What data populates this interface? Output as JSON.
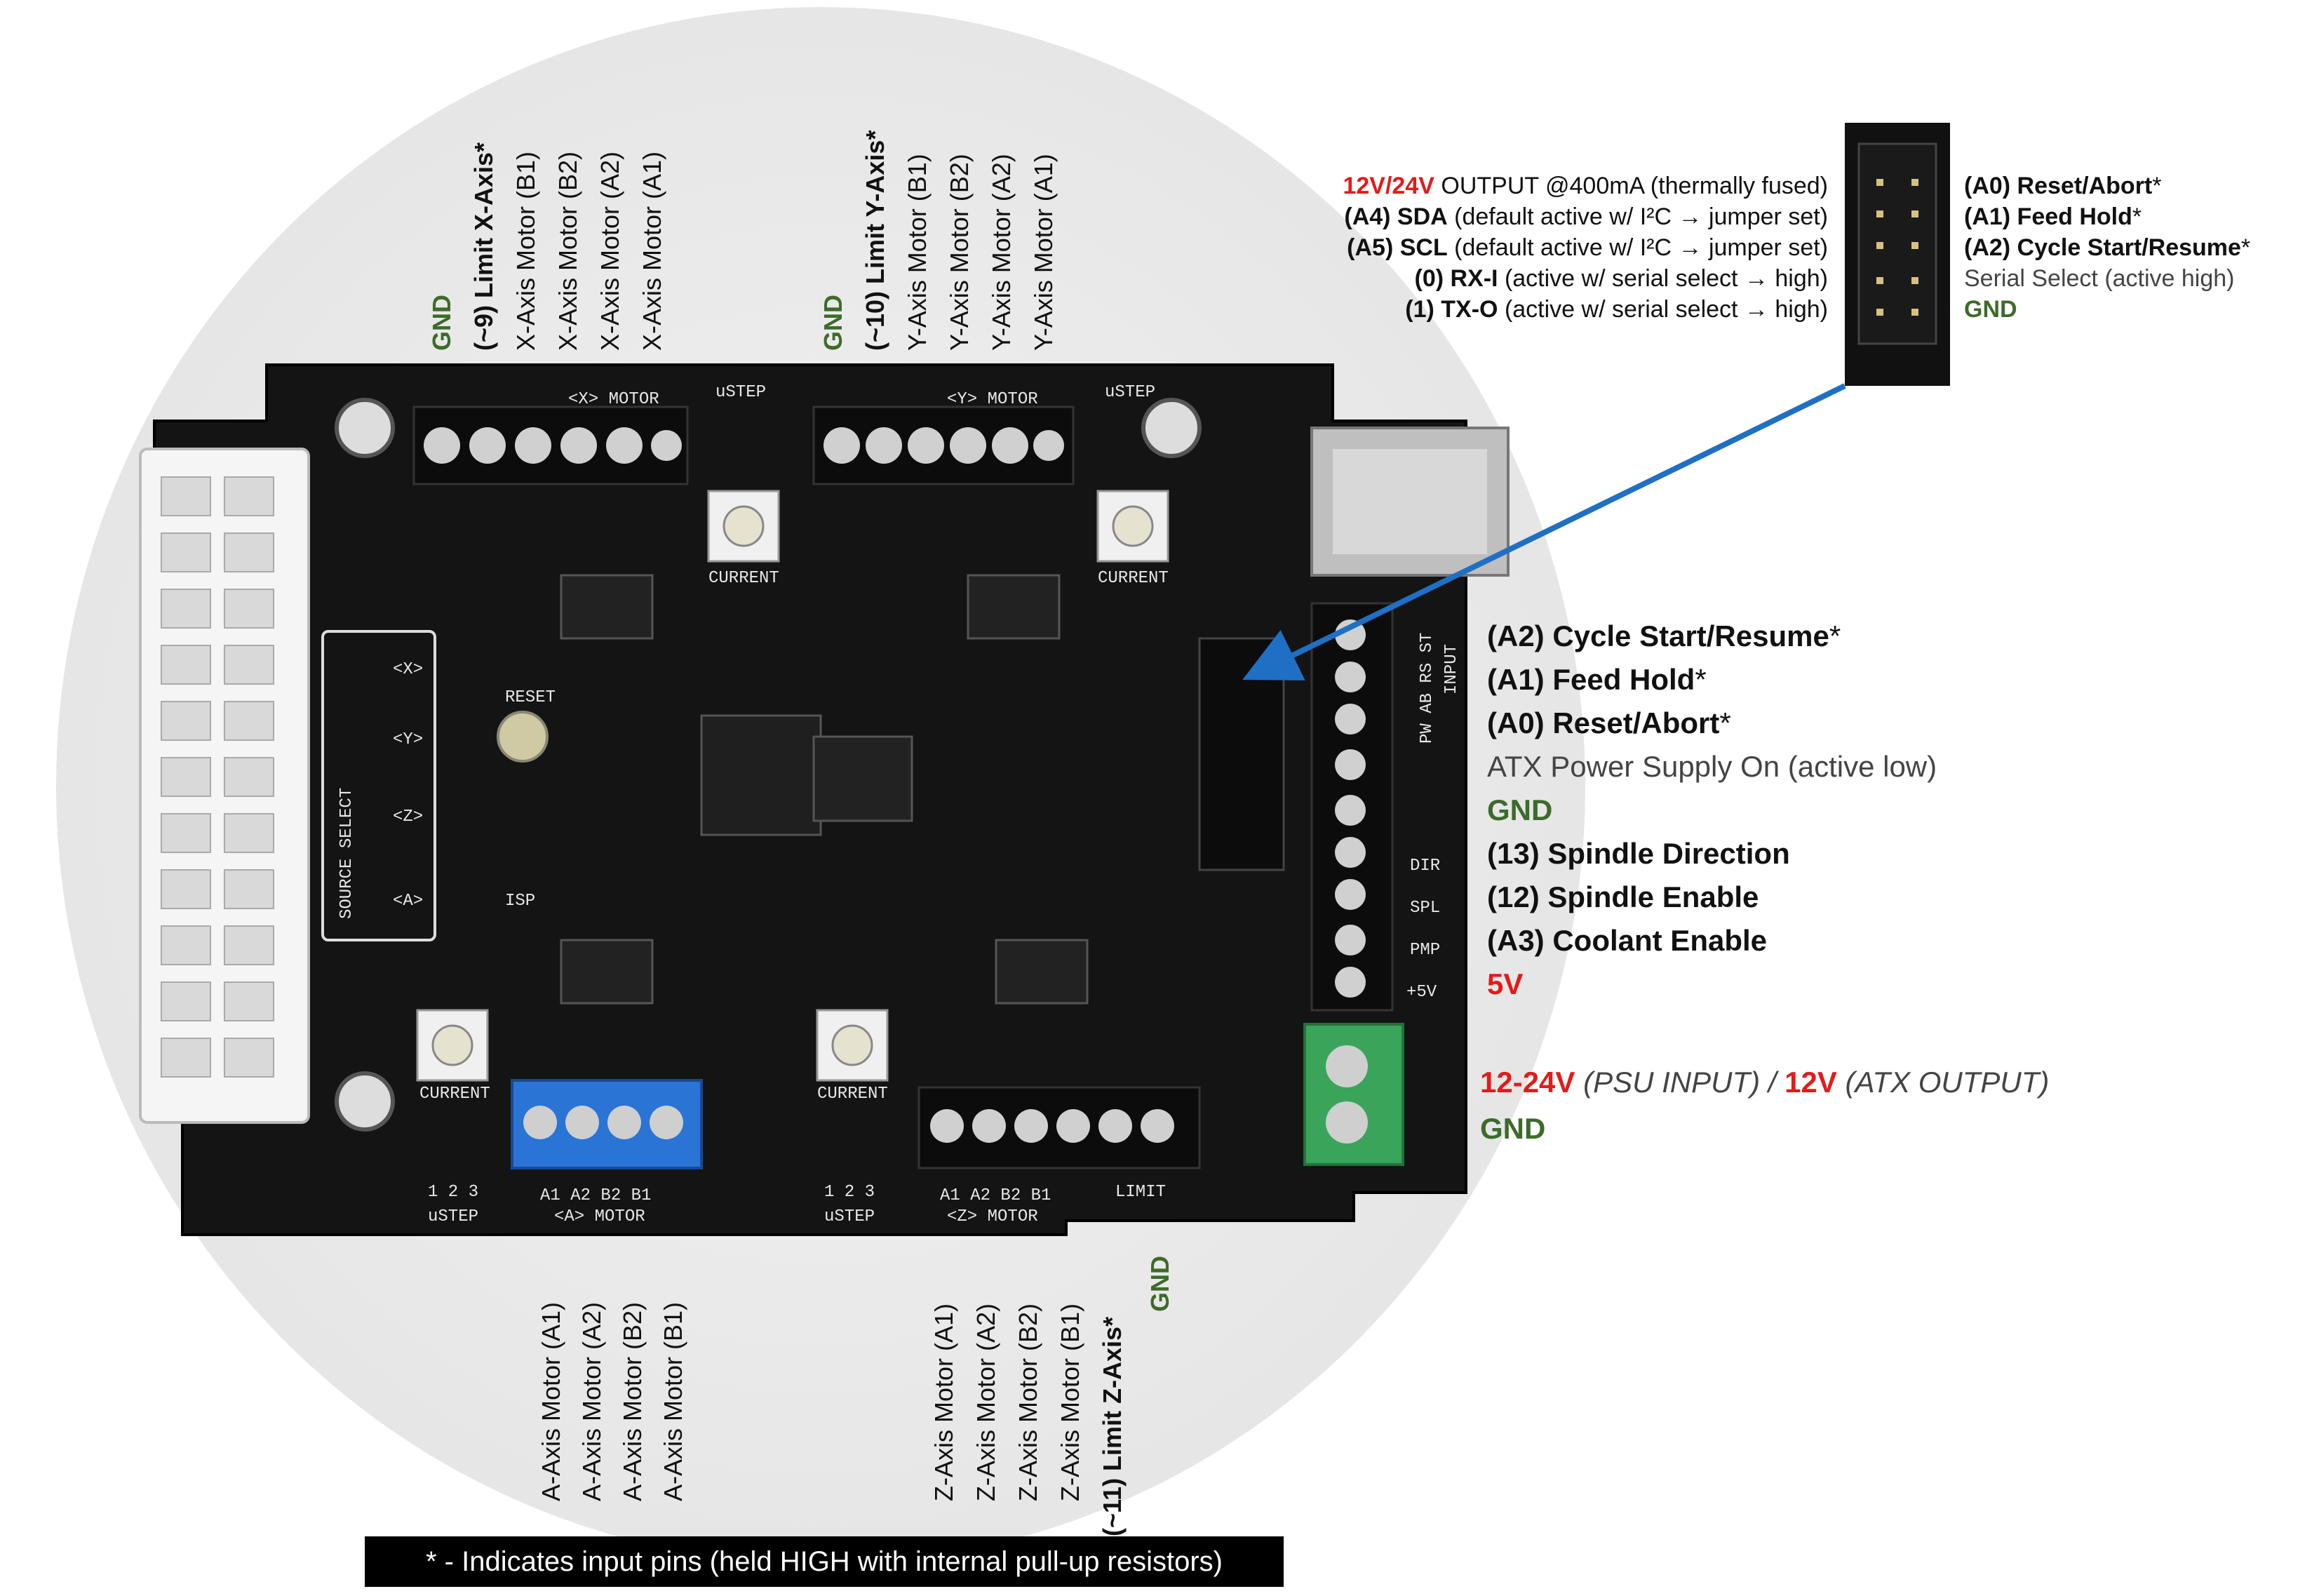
{
  "footnote": "* - Indicates input pins (held HIGH with internal pull-up resistors)",
  "board_silkscreen": {
    "reset": "RESET",
    "isp": "ISP",
    "source_select": "SOURCE SELECT",
    "x_motor": "<X> MOTOR",
    "y_motor": "<Y> MOTOR",
    "a_motor": "<A> MOTOR",
    "z_motor": "<Z> MOTOR",
    "ustep": "uSTEP",
    "current": "CURRENT",
    "limit": "LIMIT",
    "pins": "A1 A2 B2 B1",
    "ustep_nums": "1 2 3",
    "input": "INPUT",
    "gnd_marks": [
      "<X>",
      "<Y>",
      "<Z>",
      "<A>"
    ],
    "dir": "DIR",
    "spl": "SPL",
    "pmp": "PMP",
    "v5": "+5V",
    "abort_row": "PW AB RS ST"
  },
  "x_axis_labels": {
    "gnd": "GND",
    "limit": "(~9) Limit X-Axis*",
    "b1": "X-Axis Motor (B1)",
    "b2": "X-Axis Motor (B2)",
    "a2": "X-Axis Motor (A2)",
    "a1": "X-Axis Motor (A1)"
  },
  "y_axis_labels": {
    "gnd": "GND",
    "limit": "(~10) Limit Y-Axis*",
    "b1": "Y-Axis Motor (B1)",
    "b2": "Y-Axis Motor (B2)",
    "a2": "Y-Axis Motor (A2)",
    "a1": "Y-Axis Motor (A1)"
  },
  "a_axis_labels": {
    "a1": "A-Axis Motor (A1)",
    "a2": "A-Axis Motor (A2)",
    "b2": "A-Axis Motor (B2)",
    "b1": "A-Axis Motor (B1)"
  },
  "z_axis_labels": {
    "a1": "Z-Axis Motor (A1)",
    "a2": "Z-Axis Motor (A2)",
    "b2": "Z-Axis Motor (B2)",
    "b1": "Z-Axis Motor (B1)",
    "limit": "(~11) Limit Z-Axis*",
    "gnd": "GND"
  },
  "header_left": {
    "l1_red": "12V/24V",
    "l1_rest": " OUTPUT @400mA (thermally fused)",
    "l2_b": "(A4) SDA",
    "l2_rest": " (default active w/ I²C → jumper set)",
    "l3_b": "(A5) SCL",
    "l3_rest": " (default active w/ I²C → jumper set)",
    "l4_b": "(0) RX-I",
    "l4_rest": " (active w/ serial select → high)",
    "l5_b": "(1) TX-O",
    "l5_rest": " (active w/ serial select → high)"
  },
  "header_right": {
    "l1": "(A0) Reset/Abort",
    "l2": "(A1) Feed Hold",
    "l3": "(A2) Cycle Start/Resume",
    "l4": "Serial Select (active high)",
    "l5": "GND",
    "star": "*"
  },
  "terminal_labels": {
    "t1": "(A2) Cycle Start/Resume",
    "t2": "(A1) Feed Hold",
    "t3": "(A0) Reset/Abort",
    "t4": "ATX Power Supply On (active low)",
    "t5": "GND",
    "t6": "(13) Spindle Direction",
    "t7": "(12) Spindle Enable",
    "t8": "(A3) Coolant Enable",
    "t9": "5V",
    "star": "*"
  },
  "power_labels": {
    "v_red1": "12-24V",
    "psu": " (PSU INPUT) / ",
    "v_red2": "12V",
    "atx": " (ATX OUTPUT)",
    "gnd": "GND"
  },
  "colors": {
    "pcb": "#141414",
    "gnd_green": "#3d6b2a",
    "red": "#e31b1b",
    "arrow": "#1f6fc4",
    "blue_terminal": "#2a74d6",
    "green_terminal": "#3aa55a"
  }
}
